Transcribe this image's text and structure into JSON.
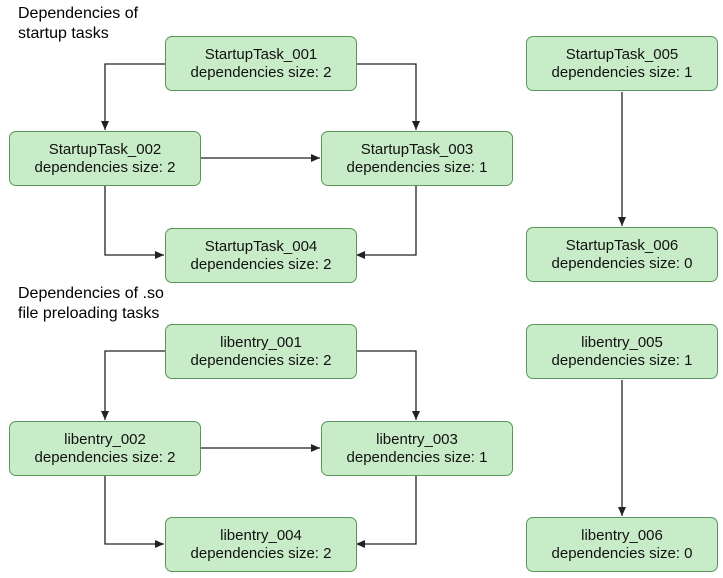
{
  "sections": {
    "startup": {
      "title_line1": "Dependencies of",
      "title_line2": "startup tasks",
      "nodes": [
        {
          "name": "StartupTask_001",
          "deps": "dependencies size: 2"
        },
        {
          "name": "StartupTask_002",
          "deps": "dependencies size: 2"
        },
        {
          "name": "StartupTask_003",
          "deps": "dependencies size: 1"
        },
        {
          "name": "StartupTask_004",
          "deps": "dependencies size: 2"
        },
        {
          "name": "StartupTask_005",
          "deps": "dependencies size: 1"
        },
        {
          "name": "StartupTask_006",
          "deps": "dependencies size: 0"
        }
      ]
    },
    "preload": {
      "title_line1": "Dependencies of .so",
      "title_line2": "file preloading tasks",
      "nodes": [
        {
          "name": "libentry_001",
          "deps": "dependencies size: 2"
        },
        {
          "name": "libentry_002",
          "deps": "dependencies size: 2"
        },
        {
          "name": "libentry_003",
          "deps": "dependencies size: 1"
        },
        {
          "name": "libentry_004",
          "deps": "dependencies size: 2"
        },
        {
          "name": "libentry_005",
          "deps": "dependencies size: 1"
        },
        {
          "name": "libentry_006",
          "deps": "dependencies size: 0"
        }
      ]
    }
  },
  "colors": {
    "node_fill": "#c9ecc8",
    "node_border": "#5a965a",
    "edge": "#222222"
  }
}
